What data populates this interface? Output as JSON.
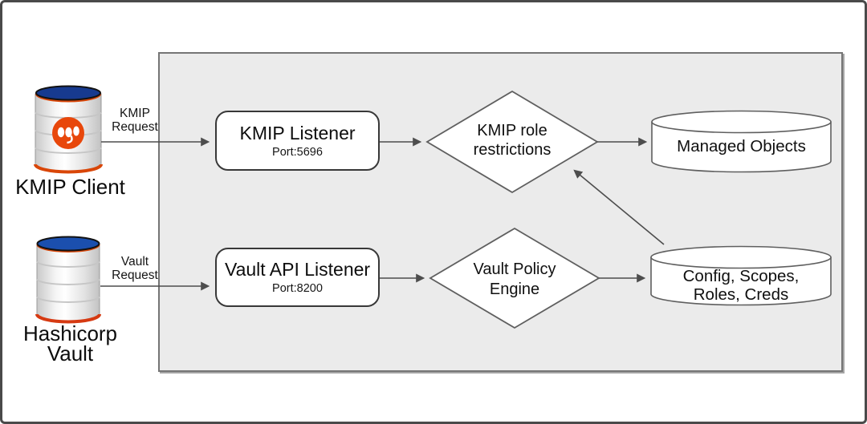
{
  "window": {
    "background": "#ffffff",
    "frame_border": "#4a4a4a"
  },
  "panel": {
    "background": "#ebebeb",
    "border": "#757575"
  },
  "colors": {
    "arrow": "#4d4d4d",
    "shape_outline": "#5f5f5f",
    "edb_orange": "#e8470b",
    "client_top_blue": "#173a8f",
    "vault_top_blue": "#1b4fae",
    "client_rim_orange": "#d94608",
    "vault_rim_red": "#d63a12",
    "text": "#111111"
  },
  "nodes": {
    "kmip_client": {
      "label": "KMIP Client"
    },
    "hashicorp_vault": {
      "label_line1": "Hashicorp",
      "label_line2": "Vault"
    },
    "kmip_listener": {
      "title": "KMIP Listener",
      "subtitle": "Port:5696"
    },
    "vault_api_listener": {
      "title": "Vault API Listener",
      "subtitle": "Port:8200"
    },
    "kmip_role_restrictions": {
      "label_line1": "KMIP role",
      "label_line2": "restrictions"
    },
    "vault_policy_engine": {
      "label_line1": "Vault Policy",
      "label_line2": "Engine"
    },
    "managed_objects": {
      "label": "Managed Objects"
    },
    "config_store": {
      "label_line1": "Config, Scopes,",
      "label_line2": "Roles, Creds"
    }
  },
  "edges": {
    "kmip_request": {
      "label_line1": "KMIP",
      "label_line2": "Request"
    },
    "vault_request": {
      "label_line1": "Vault",
      "label_line2": "Request"
    }
  }
}
